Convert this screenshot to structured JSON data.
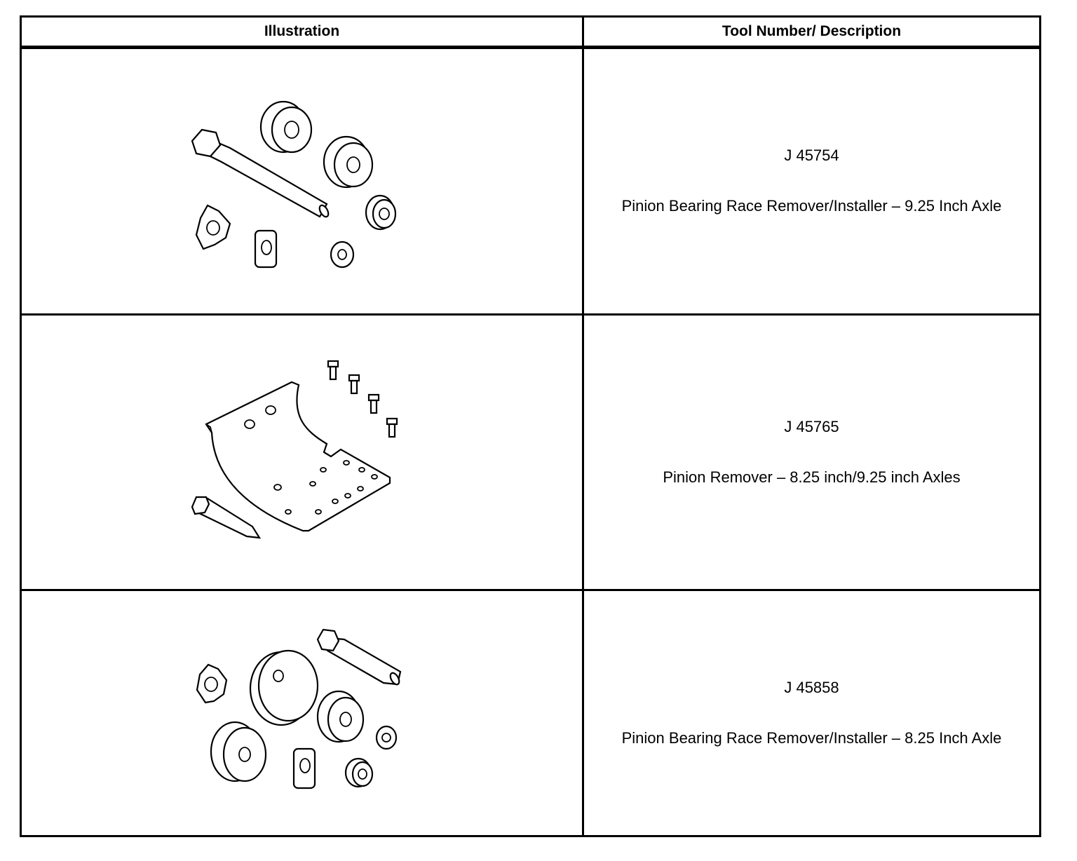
{
  "table": {
    "headers": {
      "illustration": "Illustration",
      "description": "Tool Number/ Description"
    },
    "rows": [
      {
        "tool_number": "J 45754",
        "description": "Pinion Bearing Race Remover/Installer – 9.25 Inch Axle"
      },
      {
        "tool_number": "J 45765",
        "description": "Pinion Remover – 8.25 inch/9.25 inch Axles"
      },
      {
        "tool_number": "J 45858",
        "description": "Pinion Bearing Race Remover/Installer – 8.25 Inch Axle"
      }
    ]
  }
}
